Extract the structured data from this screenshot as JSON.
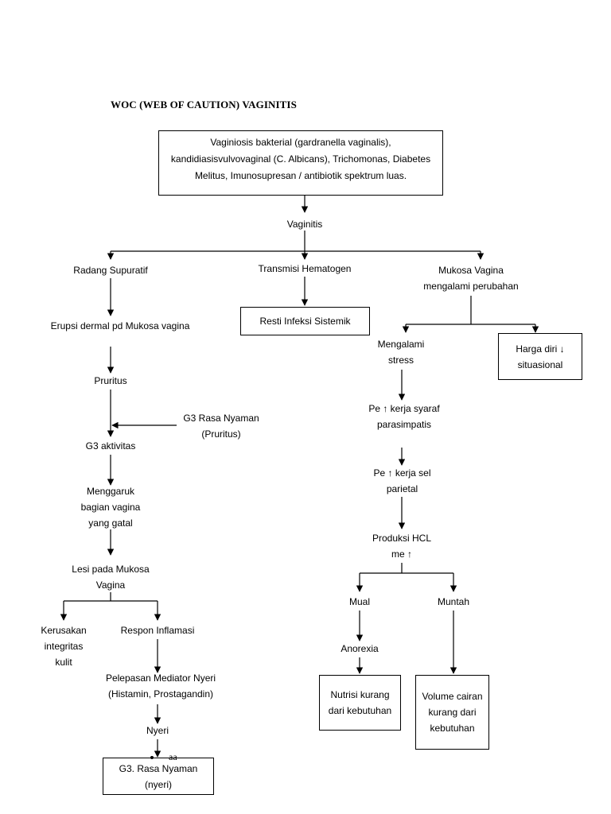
{
  "title": "WOC (WEB OF CAUTION) VAGINITIS",
  "nodes": {
    "etiology": "Vaginiosis bakterial (gardranella vaginalis), kandidiasisvulvovaginal (C. Albicans), Trichomonas, Diabetes Melitus, Imunosupresan / antibiotik spektrum luas.",
    "vaginitis": "Vaginitis",
    "radang_supuratif": "Radang Supuratif",
    "transmisi_hematogen": "Transmisi Hematogen",
    "mukosa_vagina": "Mukosa Vagina mengalami perubahan",
    "resti_infeksi": "Resti Infeksi Sistemik",
    "erupsi_dermal": "Erupsi dermal pd Mukosa vagina",
    "mengalami_stress": "Mengalami stress",
    "harga_diri": "Harga diri ↓ situasional",
    "pruritus": "Pruritus",
    "kerja_syaraf": "Pe ↑ kerja syaraf parasimpatis",
    "g3_rasa_nyaman_pruritus": "G3 Rasa Nyaman (Pruritus)",
    "g3_aktivitas": "G3 aktivitas",
    "kerja_sel_parietal": "Pe ↑ kerja sel parietal",
    "menggaruk": "Menggaruk bagian vagina yang gatal",
    "produksi_hcl": "Produksi HCL me ↑",
    "lesi": "Lesi pada Mukosa Vagina",
    "mual": "Mual",
    "muntah": "Muntah",
    "kerusakan_integritas": "Kerusakan integritas kulit",
    "respon_inflamasi": "Respon Inflamasi",
    "anorexia": "Anorexia",
    "pelepasan_mediator": "Pelepasan Mediator Nyeri (Histamin, Prostagandin)",
    "nutrisi": "Nutrisi kurang dari kebutuhan",
    "volume_cairan": "Volume cairan kurang dari kebutuhan",
    "nyeri": "Nyeri",
    "g3_rasa_nyaman_nyeri": "G3. Rasa Nyaman (nyeri)",
    "stray_text": "aa"
  }
}
